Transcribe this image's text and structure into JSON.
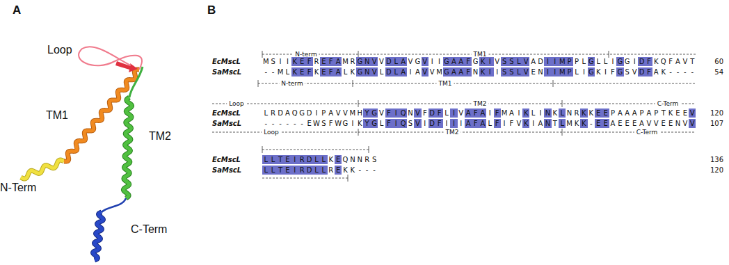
{
  "diagram": {
    "labels": [
      "A",
      "Loop",
      "TM1",
      "TM2",
      "N-Term",
      "C-Term",
      "B",
      "N-term",
      "TM1",
      "EcMscL",
      "MSIIKEFREFAMRGNVVDLAVGVIIGAAFGKIVSSLVADIIMPPLGLLIGGIDFKQFAVT",
      "60",
      "SaMscL",
      "--MLKEFKEFALKGNVLDLAIAVVMGAAFNKIISSLVENIIMPLIGKIFGSVDFAK----",
      "54",
      "N-term",
      "TM1",
      "Loop",
      "TM2",
      "C-Term",
      "EcMscL",
      "LRDAQGDIPAVVMHYGVFIQNVFDFLIVAFAIFMAIKLINKLNRKKEEPAAAPAPTKEEV",
      "120",
      "SaMscL",
      "------EWSFWGIKYGLFIQSVIDFIIIAFALFIFVKIANTLMKK-EEAEEEAVVEENVV",
      "107",
      "Loop",
      "TM2",
      "C-Term",
      "EcMscL",
      "LLTEIRDLLKEQNNRS",
      "136",
      "SaMscL",
      "LLTEIRDLLREKK---",
      "120"
    ]
  }
}
